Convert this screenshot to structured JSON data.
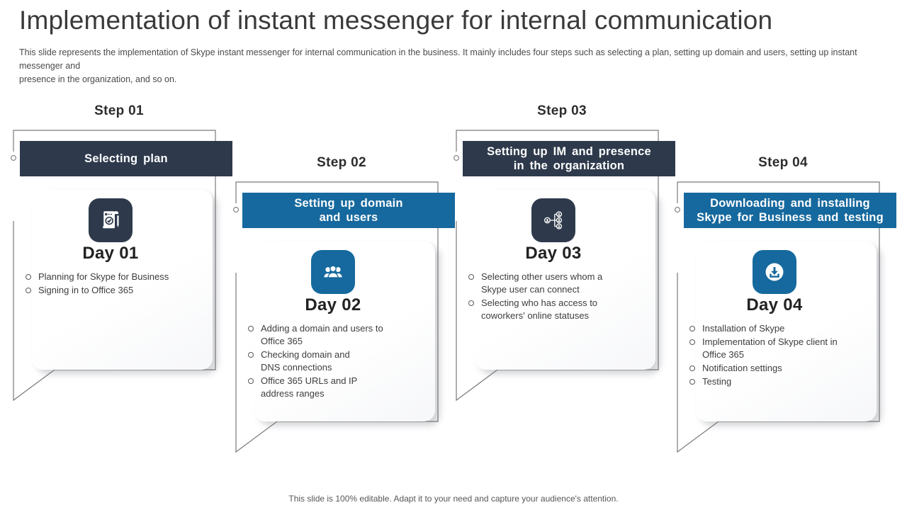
{
  "slide": {
    "title": "Implementation of instant messenger for internal communication",
    "description": "This slide represents the implementation of Skype instant messenger for internal communication in the business. It mainly includes four steps such as selecting a plan, setting up domain and users, setting up instant messenger and\npresence in the organization, and so on.",
    "footer": "This slide is 100% editable. Adapt it to your need and capture your audience's attention."
  },
  "colors": {
    "navy": "#2e3a4c",
    "blue": "#16699e",
    "outline_gray": "#7a7a7a",
    "card_background": "#fdfdfe",
    "title_text": "#3a3a3a",
    "body_text": "#3d3d3d"
  },
  "steps": [
    {
      "step_label": "Step 01",
      "banner": "Selecting plan",
      "theme": "navy",
      "icon": "scroll-check-icon",
      "day_label": "Day 01",
      "bullets": [
        "Planning for Skype for Business",
        "Signing in to Office 365"
      ]
    },
    {
      "step_label": "Step 02",
      "banner": "Setting up domain\nand users",
      "theme": "blue",
      "icon": "users-group-icon",
      "day_label": "Day 02",
      "bullets": [
        "Adding a domain and users to\nOffice 365",
        "Checking domain and\nDNS connections",
        "Office 365 URLs and IP\naddress ranges"
      ]
    },
    {
      "step_label": "Step 03",
      "banner": "Setting up IM and presence\nin the organization",
      "theme": "navy",
      "icon": "org-hierarchy-icon",
      "day_label": "Day 03",
      "bullets": [
        "Selecting other users whom a\nSkype user can connect",
        "Selecting who has access to\ncoworkers' online statuses"
      ]
    },
    {
      "step_label": "Step 04",
      "banner": "Downloading and installing\nSkype for Business and testing",
      "theme": "blue",
      "icon": "download-icon",
      "day_label": "Day 04",
      "bullets": [
        "Installation of Skype",
        "Implementation of Skype client in\nOffice 365",
        "Notification settings",
        "Testing"
      ]
    }
  ]
}
